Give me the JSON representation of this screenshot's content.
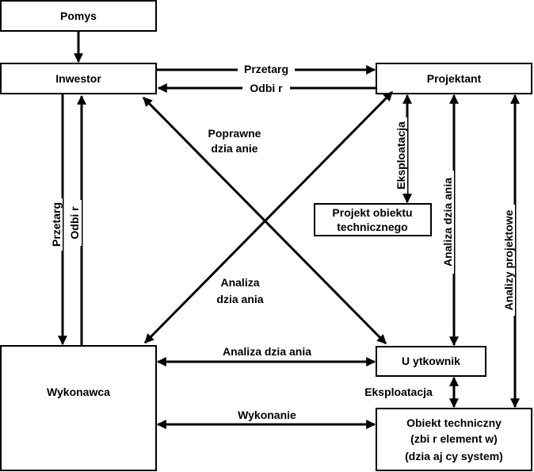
{
  "nodes": {
    "pomys": "Pomys",
    "inwestor": "Inwestor",
    "projektant": "Projektant",
    "projekt_obiektu": [
      "Projekt obiektu",
      "technicznego"
    ],
    "wykonawca": "Wykonawca",
    "uzytkownik": "U ytkownik",
    "obiekt": [
      "Obiekt techniczny",
      "(zbi r element w)",
      "(dzia aj cy system)"
    ]
  },
  "edges": {
    "przetarg_top": "Przetarg",
    "odbior_top": "Odbi r",
    "poprawne_dzialanie": [
      "Poprawne",
      "dzia anie"
    ],
    "eksploatacja_vertical": "Eksploatacja",
    "analiza_dzialania_vertical": "Analiza dzia ania",
    "analizy_projektowe": "Analizy projektowe",
    "przetarg_left": "Przetarg",
    "odbior_left": "Odbi r",
    "analiza_dzialania_diag": [
      "Analiza",
      "dzia ania"
    ],
    "analiza_dzialania_horizontal": "Analiza dzia ania",
    "eksploatacja_horizontal": "Eksploatacja",
    "wykonanie": "Wykonanie"
  }
}
